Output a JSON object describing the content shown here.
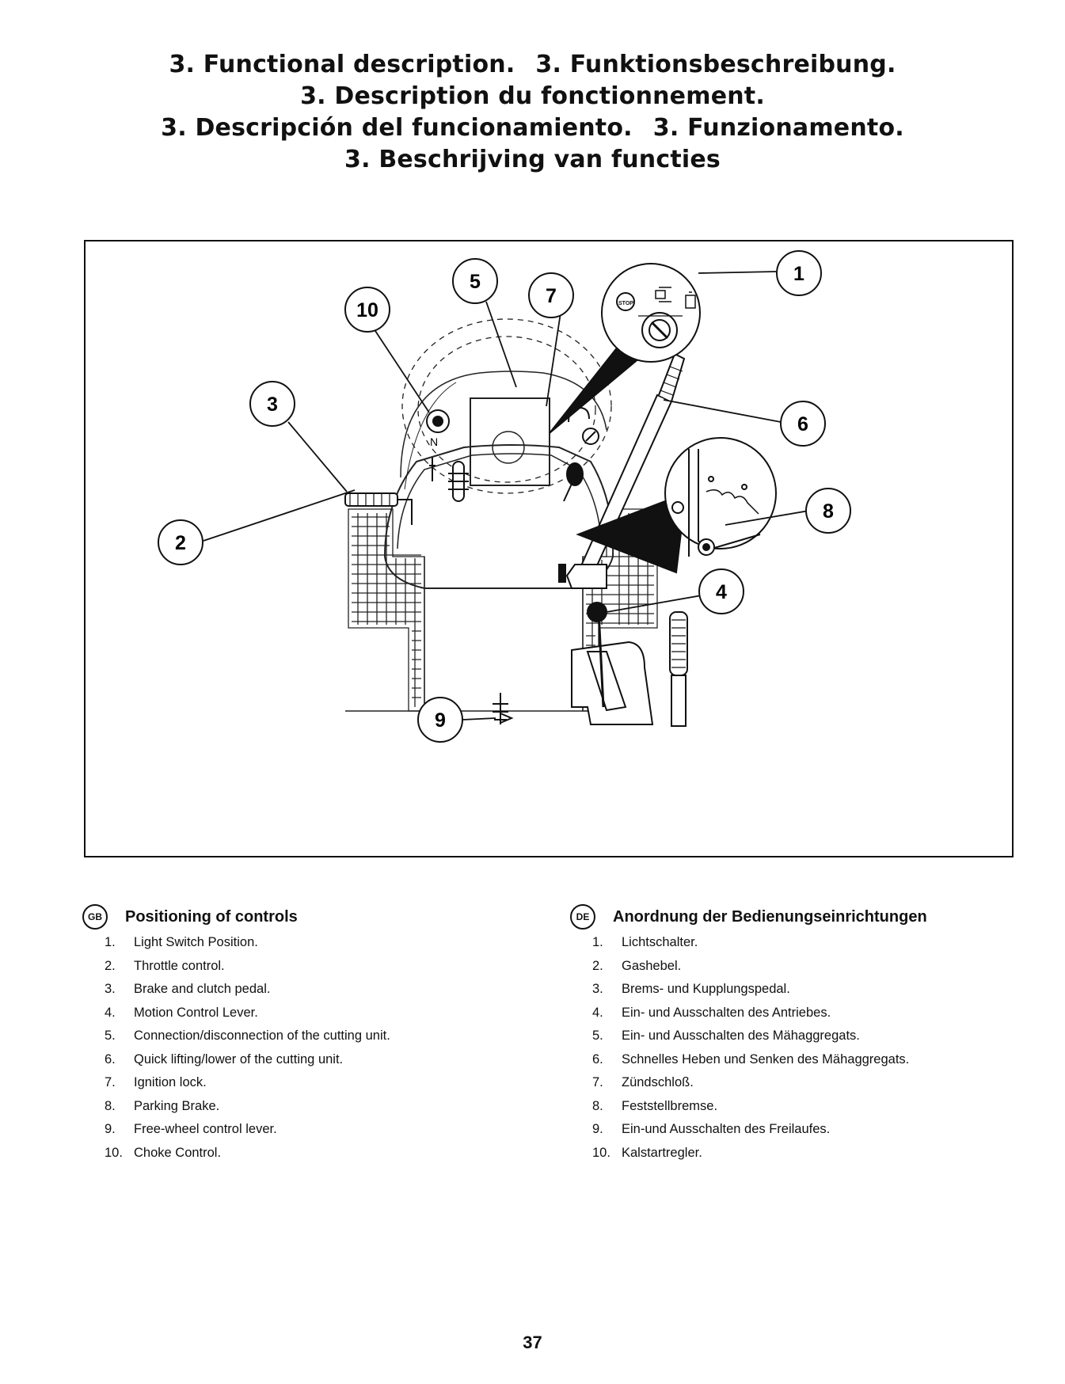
{
  "titles": [
    [
      "3. Functional description.",
      "3. Funktionsbeschreibung."
    ],
    [
      "3. Description du fonctionnement."
    ],
    [
      "3. Descripción del funcionamiento.",
      "3. Funzionamento."
    ],
    [
      "3. Beschrijving van functies"
    ]
  ],
  "figure": {
    "callouts": [
      "1",
      "2",
      "3",
      "4",
      "5",
      "6",
      "7",
      "8",
      "9",
      "10"
    ],
    "neutral_mark": "N",
    "stop_mark": "STOP",
    "icons": [
      "ignition-switch-icon",
      "light-icon",
      "engine-icon",
      "choke-icon",
      "freewheel-lever-icon"
    ]
  },
  "legends": {
    "gb": {
      "badge": "GB",
      "title": "Positioning of controls",
      "items": [
        {
          "num": "1.",
          "text": "Light Switch Position."
        },
        {
          "num": "2.",
          "text": "Throttle control."
        },
        {
          "num": "3.",
          "text": "Brake and clutch pedal."
        },
        {
          "num": "4.",
          "text": "Motion Control Lever."
        },
        {
          "num": "5.",
          "text": "Connection/disconnection of the cutting unit."
        },
        {
          "num": "6.",
          "text": "Quick lifting/lower of the cutting unit."
        },
        {
          "num": "7.",
          "text": "Ignition lock."
        },
        {
          "num": "8.",
          "text": "Parking Brake."
        },
        {
          "num": "9.",
          "text": "Free-wheel control lever."
        },
        {
          "num": "10.",
          "text": "Choke Control."
        }
      ]
    },
    "de": {
      "badge": "DE",
      "title": "Anordnung der Bedienungseinrichtungen",
      "items": [
        {
          "num": "1.",
          "text": "Lichtschalter."
        },
        {
          "num": "2.",
          "text": "Gashebel."
        },
        {
          "num": "3.",
          "text": "Brems- und Kupplungspedal."
        },
        {
          "num": "4.",
          "text": "Ein- und Ausschalten des Antriebes."
        },
        {
          "num": "5.",
          "text": "Ein- und Ausschalten des Mähaggregats."
        },
        {
          "num": "6.",
          "text": "Schnelles Heben und Senken des Mähaggregats."
        },
        {
          "num": "7.",
          "text": "Zündschloß."
        },
        {
          "num": "8.",
          "text": "Feststellbremse."
        },
        {
          "num": "9.",
          "text": "Ein-und Ausschalten des Freilaufes."
        },
        {
          "num": "10.",
          "text": "Kalstartregler."
        }
      ]
    }
  },
  "page_number": "37"
}
